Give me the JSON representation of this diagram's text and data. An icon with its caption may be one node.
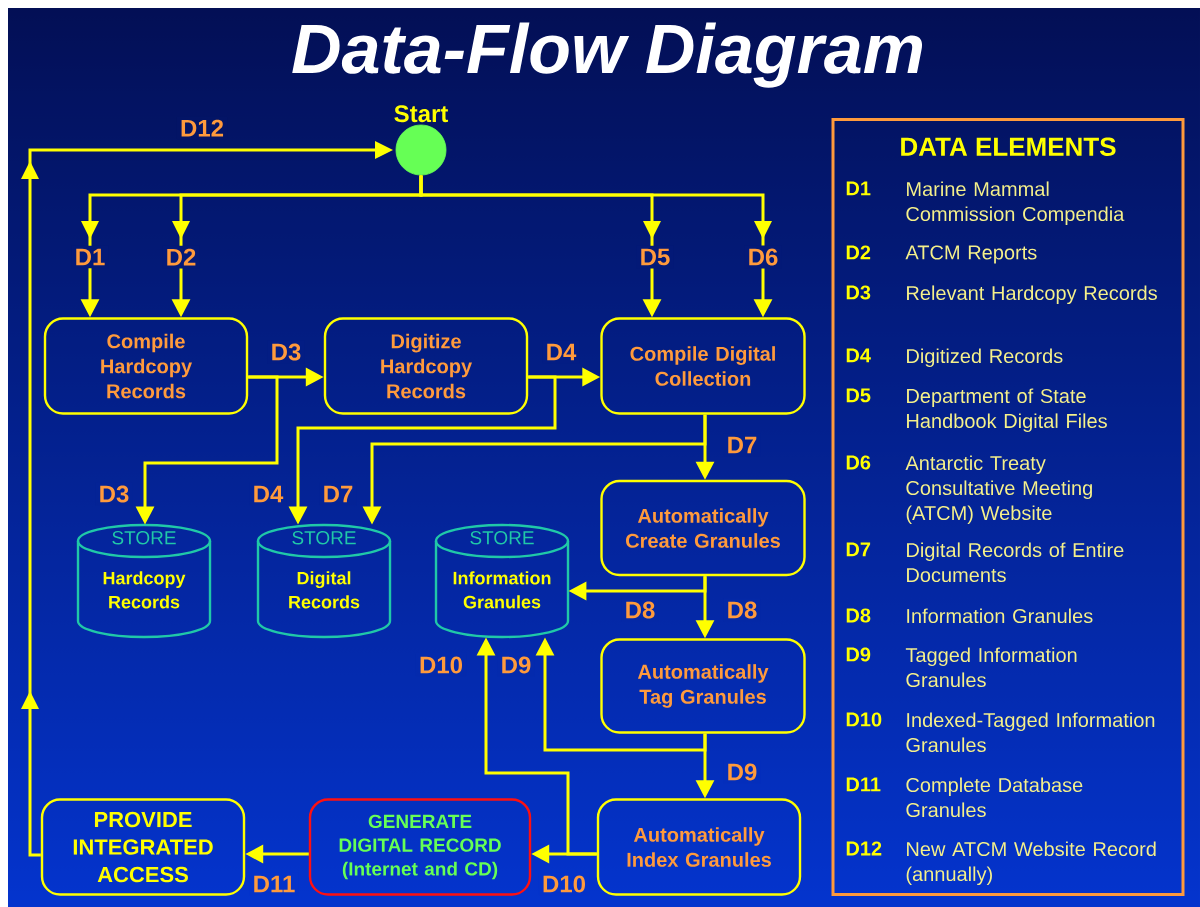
{
  "diagram": {
    "title": "Data-Flow Diagram",
    "nodes": [
      {
        "text": [
          "Start"
        ]
      },
      {
        "text": [
          "Compile Hardcopy Records"
        ]
      },
      {
        "text": [
          "Digitize Hardcopy Records"
        ]
      },
      {
        "text": [
          "Compile Digital Collection"
        ]
      },
      {
        "text": [
          "Automatically Create Granules"
        ]
      },
      {
        "text": [
          "Automatically Tag Granules"
        ]
      },
      {
        "text": [
          "Automatically Index Granules"
        ]
      },
      {
        "text": [
          "GENERATE DIGITAL RECORD (Internet and CD)"
        ]
      },
      {
        "text": [
          "PROVIDE INTEGRATED ACCESS"
        ]
      },
      {
        "text": [
          "STORE",
          "Hardcopy Records"
        ]
      },
      {
        "text": [
          "STORE",
          "Digital Records"
        ]
      },
      {
        "text": [
          "STORE",
          "Information Granules"
        ]
      },
      {
        "text": [
          "DATA ELEMENTS"
        ]
      }
    ],
    "edges": [
      {
        "from": 0,
        "to": 1,
        "arrow": "to",
        "label": "D1"
      },
      {
        "from": 0,
        "to": 1,
        "arrow": "to",
        "label": "D2"
      },
      {
        "from": 0,
        "to": 3,
        "arrow": "to",
        "label": "D5"
      },
      {
        "from": 0,
        "to": 3,
        "arrow": "to",
        "label": "D6"
      },
      {
        "from": 1,
        "to": 2,
        "arrow": "to",
        "label": "D3"
      },
      {
        "from": 1,
        "to": 9,
        "arrow": "to",
        "label": "D3"
      },
      {
        "from": 2,
        "to": 3,
        "arrow": "to",
        "label": "D4"
      },
      {
        "from": 2,
        "to": 10,
        "arrow": "to",
        "label": "D4"
      },
      {
        "from": 3,
        "to": 4,
        "arrow": "to",
        "label": "D7"
      },
      {
        "from": 3,
        "to": 10,
        "arrow": "to",
        "label": "D7"
      },
      {
        "from": 4,
        "to": 11,
        "arrow": "to",
        "label": "D8"
      },
      {
        "from": 4,
        "to": 5,
        "arrow": "to",
        "label": "D8"
      },
      {
        "from": 5,
        "to": 6,
        "arrow": "to",
        "label": "D9"
      },
      {
        "from": 5,
        "to": 11,
        "arrow": "to",
        "label": "D9"
      },
      {
        "from": 6,
        "to": 7,
        "arrow": "to",
        "label": "D10"
      },
      {
        "from": 6,
        "to": 11,
        "arrow": "to",
        "label": "D10"
      },
      {
        "from": 7,
        "to": 8,
        "arrow": "to",
        "label": "D11"
      },
      {
        "from": 8,
        "to": 0,
        "arrow": "to",
        "label": "D12"
      }
    ],
    "labels": [
      "D1",
      "Marine Mammal Commission Compendia",
      "D2",
      "ATCM Reports",
      "D3",
      "Relevant Hardcopy Records",
      "D4",
      "Digitized Records",
      "D5",
      "Department of State Handbook Digital Files",
      "D6",
      "Antarctic Treaty Consultative Meeting (ATCM) Website",
      "D7",
      "Digital Records of Entire Documents",
      "D8",
      "Information Granules",
      "D9",
      "Tagged Information Granules",
      "D10",
      "Indexed-Tagged Information Granules",
      "D11",
      "Complete Database Granules",
      "D12",
      "New ATCM Website Record (annually)"
    ]
  }
}
